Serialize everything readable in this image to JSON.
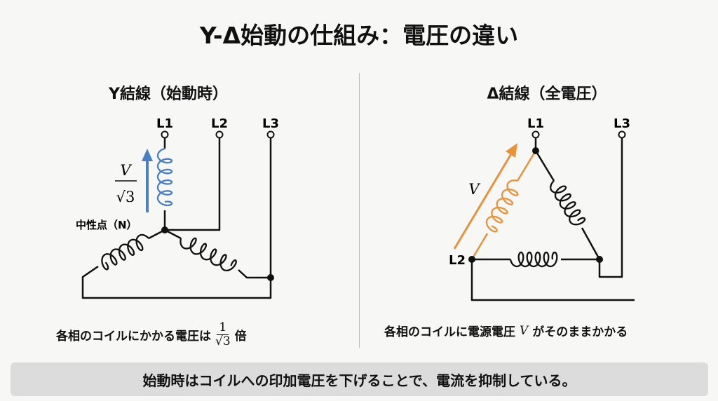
{
  "title": "Y-Δ始動の仕組み：電圧の違い",
  "left": {
    "heading": "Y結線（始動時）",
    "terminals": [
      "L1",
      "L2",
      "L3"
    ],
    "neutral_label": "中性点（N）",
    "voltage_num": "V",
    "voltage_den": "√3",
    "caption_prefix": "各相のコイルにかかる電圧は",
    "caption_num": "1",
    "caption_den": "√3",
    "caption_suffix": "倍",
    "accent_color": "#4a7fc1"
  },
  "right": {
    "heading": "Δ結線（全電圧）",
    "terminals": [
      "L1",
      "L2",
      "L3"
    ],
    "voltage_label": "V",
    "caption_prefix": "各相のコイルに電源電圧",
    "caption_var": "V",
    "caption_suffix": "がそのままかかる",
    "accent_color": "#e8923a"
  },
  "footer": "始動時はコイルへの印加電圧を下げることで、電流を抑制している。"
}
